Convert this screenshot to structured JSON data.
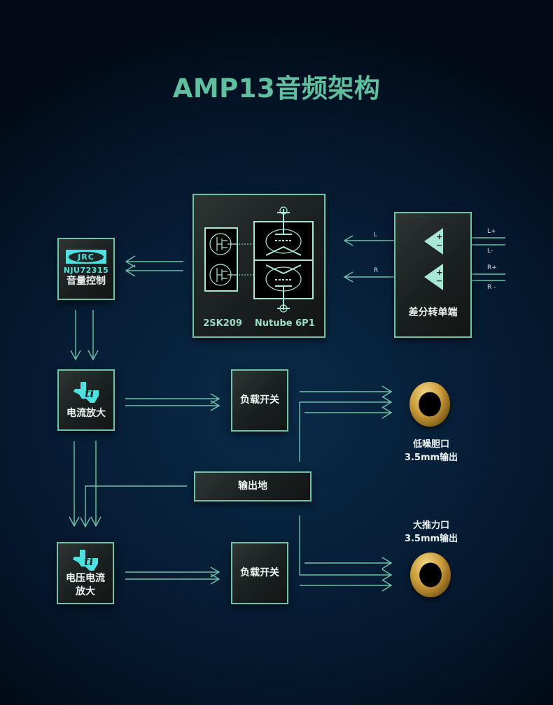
{
  "title": "AMP13音频架构",
  "colors": {
    "accent": "#5fbf9f",
    "line": "#6fc4a8",
    "logo_cyan": "#4fe0e0",
    "background": "#072039"
  },
  "blocks": {
    "volume_control": {
      "logo": "JRC",
      "chip": "NJU72315",
      "label": "音量控制"
    },
    "tube_stage": {
      "left_label": "2SK209",
      "right_label": "Nutube 6P1"
    },
    "diff_to_single": {
      "label": "差分转单端",
      "signals": {
        "l_out": "L",
        "r_out": "R",
        "l_plus": "L+",
        "l_minus": "L-",
        "r_plus": "R+",
        "r_minus": "R -"
      }
    },
    "current_amp": {
      "logo": "ti-logo",
      "label": "电流放大"
    },
    "load_switch_1": {
      "label": "负载开关"
    },
    "output_ground": {
      "label": "输出地"
    },
    "voltage_current_amp": {
      "logo": "ti-logo",
      "label_line1": "电压电流",
      "label_line2": "放大"
    },
    "load_switch_2": {
      "label": "负载开关"
    }
  },
  "outputs": {
    "tube_out": {
      "line1": "低噪胆口",
      "line2": "3.5mm输出"
    },
    "power_out": {
      "line1": "大推力口",
      "line2": "3.5mm输出"
    }
  }
}
